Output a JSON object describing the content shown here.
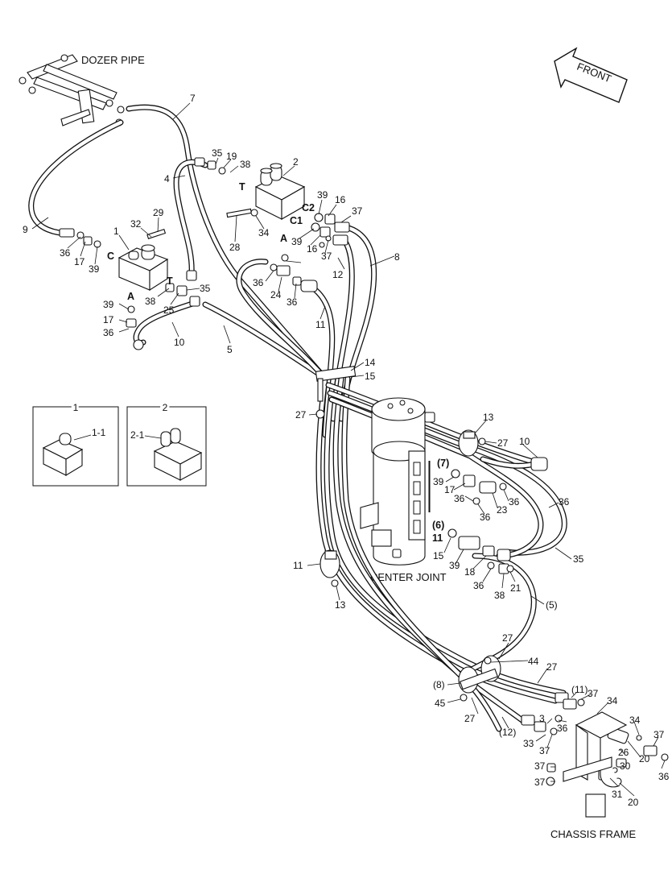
{
  "captions": {
    "dozer_pipe": "DOZER PIPE",
    "front": "FRONT",
    "center_joint": "CENTER JOINT",
    "chassis_frame": "CHASSIS FRAME"
  },
  "insets": [
    {
      "number": "1",
      "sub": "1-1"
    },
    {
      "number": "2",
      "sub": "2-1"
    }
  ],
  "port_labels": {
    "c": "C",
    "a_left": "A",
    "t_left": "T",
    "t_right": "T",
    "c2": "C2",
    "c1": "C1",
    "a_right": "A"
  },
  "callouts": [
    "7",
    "35",
    "19",
    "38",
    "2",
    "4",
    "9",
    "29",
    "32",
    "1",
    "36",
    "17",
    "39",
    "39",
    "16",
    "37",
    "28",
    "34",
    "39",
    "16",
    "37",
    "8",
    "12",
    "36",
    "24",
    "36",
    "38",
    "25",
    "35",
    "39",
    "17",
    "36",
    "10",
    "5",
    "11",
    "14",
    "15",
    "27",
    "13",
    "27",
    "(7)",
    "10",
    "39",
    "17",
    "36",
    "23",
    "36",
    "36",
    "(6)",
    "11",
    "15",
    "39",
    "18",
    "36",
    "38",
    "21",
    "35",
    "(5)",
    "11",
    "13",
    "27",
    "44",
    "27",
    "(8)",
    "45",
    "27",
    "(12)",
    "(11)",
    "37",
    "34",
    "3",
    "36",
    "33",
    "37",
    "34",
    "37",
    "20",
    "26",
    "36",
    "37",
    "30",
    "37",
    "31",
    "20",
    "37"
  ]
}
